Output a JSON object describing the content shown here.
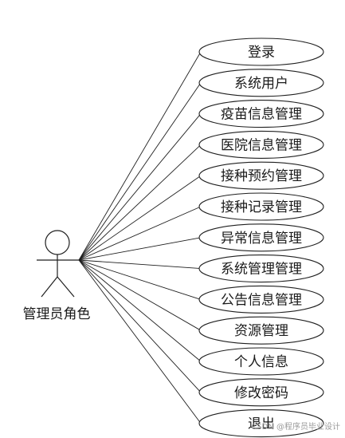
{
  "actor": {
    "label": "管理员角色"
  },
  "use_cases": [
    {
      "label": "登录"
    },
    {
      "label": "系统用户"
    },
    {
      "label": "疫苗信息管理"
    },
    {
      "label": "医院信息管理"
    },
    {
      "label": "接种预约管理"
    },
    {
      "label": "接种记录管理"
    },
    {
      "label": "异常信息管理"
    },
    {
      "label": "系统管理管理"
    },
    {
      "label": "公告信息管理"
    },
    {
      "label": "资源管理"
    },
    {
      "label": "个人信息"
    },
    {
      "label": "修改密码"
    },
    {
      "label": "退出"
    }
  ],
  "watermark": "CSDN @程序员毕业设计",
  "colors": {
    "stroke": "#1f1f1f",
    "fill": "#ffffff",
    "text": "#1a1a1a"
  }
}
